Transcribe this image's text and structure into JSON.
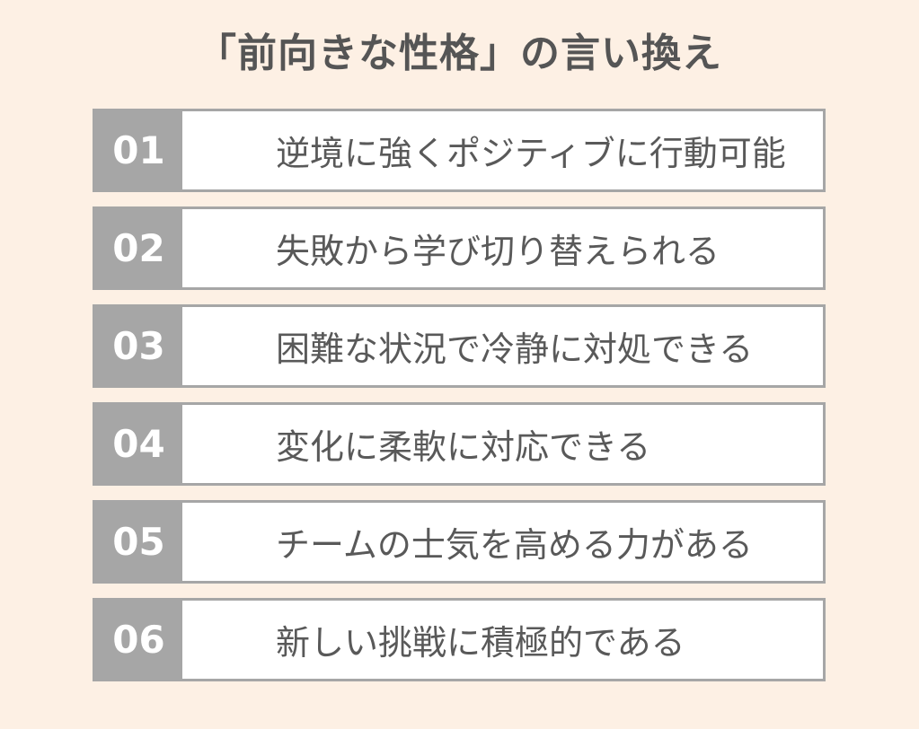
{
  "title": "「前向きな性格」の言い換え",
  "items": [
    {
      "num": "01",
      "text": "逆境に強くポジティブに行動可能"
    },
    {
      "num": "02",
      "text": "失敗から学び切り替えられる"
    },
    {
      "num": "03",
      "text": "困難な状況で冷静に対処できる"
    },
    {
      "num": "04",
      "text": "変化に柔軟に対応できる"
    },
    {
      "num": "05",
      "text": "チームの士気を高める力がある"
    },
    {
      "num": "06",
      "text": "新しい挑戦に積極的である"
    }
  ],
  "colors": {
    "background": "#fdf0e4",
    "accent_gray": "#a6a6a6",
    "title_text": "#555555",
    "item_text": "#595959"
  }
}
